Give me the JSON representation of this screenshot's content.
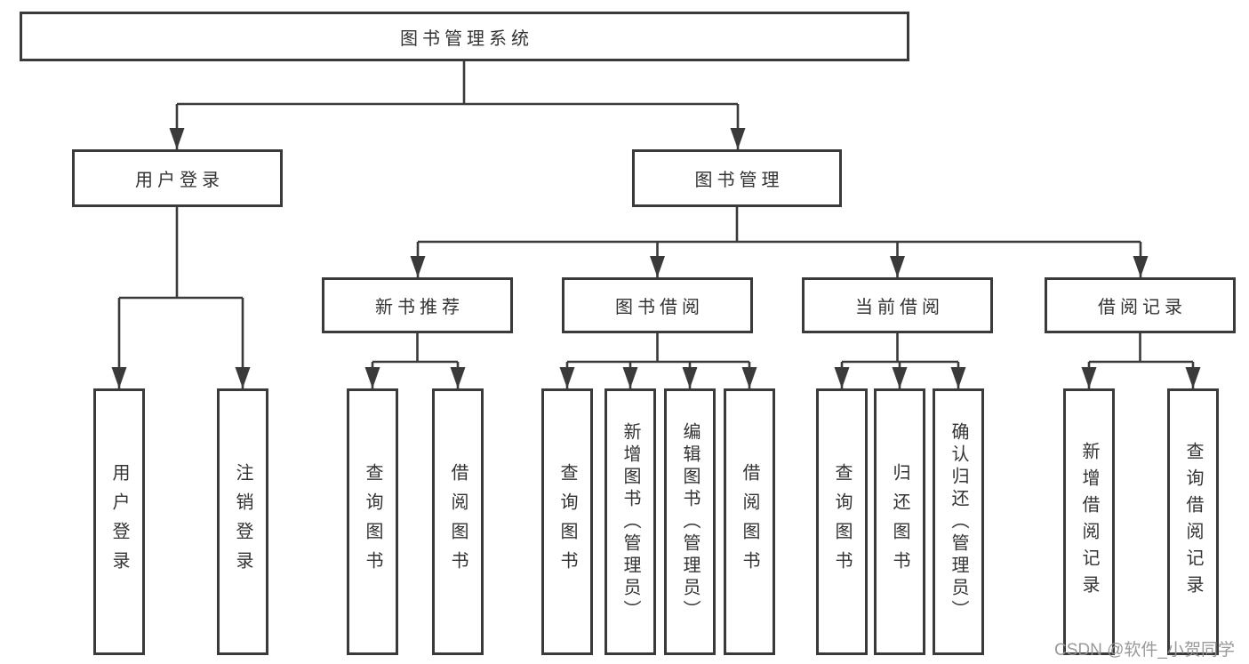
{
  "diagram": {
    "root": {
      "label": "图书管理系统"
    },
    "level1": [
      {
        "label": "用户登录",
        "children": [
          {
            "label": "用户登录"
          },
          {
            "label": "注销登录"
          }
        ]
      },
      {
        "label": "图书管理",
        "children": [
          {
            "label": "新书推荐",
            "children": [
              {
                "label": "查询图书"
              },
              {
                "label": "借阅图书"
              }
            ]
          },
          {
            "label": "图书借阅",
            "children": [
              {
                "label": "查询图书"
              },
              {
                "label": "新增图书（管理员）"
              },
              {
                "label": "编辑图书（管理员）"
              },
              {
                "label": "借阅图书"
              }
            ]
          },
          {
            "label": "当前借阅",
            "children": [
              {
                "label": "查询图书"
              },
              {
                "label": "归还图书"
              },
              {
                "label": "确认归还（管理员）"
              }
            ]
          },
          {
            "label": "借阅记录",
            "children": [
              {
                "label": "新增借阅记录"
              },
              {
                "label": "查询借阅记录"
              }
            ]
          }
        ]
      }
    ]
  },
  "watermark": {
    "text": "CSDN @软件_小贺同学"
  },
  "colors": {
    "background": "#ffffff",
    "line": "#3a3a3a",
    "box_border": "#3a3a3a",
    "text": "#333333",
    "watermark": "#949496"
  }
}
